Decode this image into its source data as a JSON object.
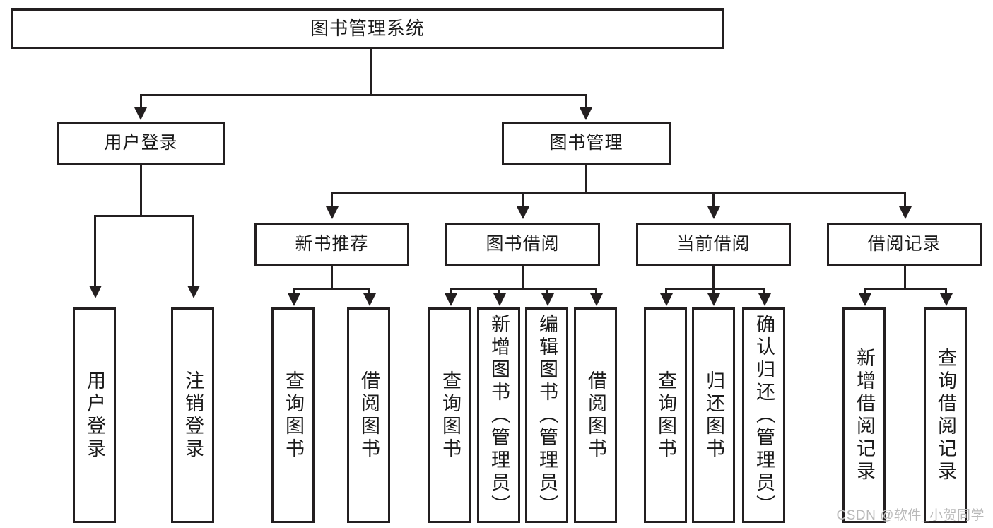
{
  "diagram": {
    "title": "图书管理系统",
    "type": "hierarchy-tree",
    "root": {
      "label": "图书管理系统"
    },
    "level2": [
      {
        "label": "用户登录"
      },
      {
        "label": "图书管理"
      }
    ],
    "level3": [
      {
        "label": "新书推荐"
      },
      {
        "label": "图书借阅"
      },
      {
        "label": "当前借阅"
      },
      {
        "label": "借阅记录"
      }
    ],
    "leaves": {
      "user_login": [
        {
          "label": "用户登录"
        },
        {
          "label": "注销登录"
        }
      ],
      "new_book": [
        {
          "label": "查询图书"
        },
        {
          "label": "借阅图书"
        }
      ],
      "book_borrow": [
        {
          "label": "查询图书"
        },
        {
          "label": "新增图书（管理员）"
        },
        {
          "label": "编辑图书（管理员）"
        },
        {
          "label": "借阅图书"
        }
      ],
      "current_borrow": [
        {
          "label": "查询图书"
        },
        {
          "label": "归还图书"
        },
        {
          "label": "确认归还（管理员）"
        }
      ],
      "borrow_record": [
        {
          "label": "新增借阅记录"
        },
        {
          "label": "查询借阅记录"
        }
      ]
    }
  },
  "watermark": {
    "text": "CSDN @软件_小贺同学"
  },
  "colors": {
    "stroke": "#231f20",
    "fill": "#ffffff",
    "text": "#1a1a1a",
    "watermark": "#b9b9b9"
  }
}
